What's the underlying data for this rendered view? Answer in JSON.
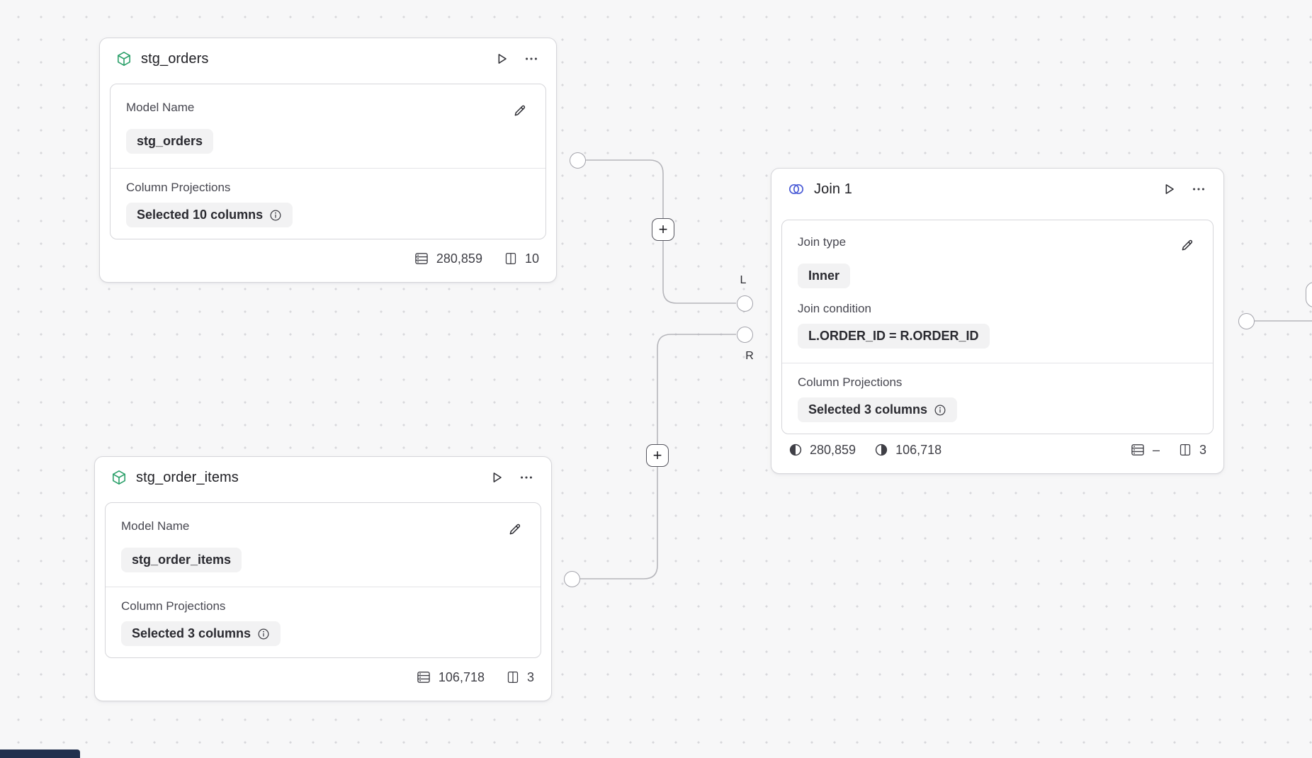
{
  "canvas": {
    "background_color": "#f7f7f8",
    "dot_color": "#d8d8dc",
    "wire_color": "#b6b6bb"
  },
  "colors": {
    "model_accent": "#2ba06a",
    "join_accent": "#4a5bd6"
  },
  "port_labels": {
    "left": "L",
    "right": "R"
  },
  "plus_button": "+",
  "nodes": {
    "stg_orders": {
      "title": "stg_orders",
      "model_name_label": "Model Name",
      "model_name_value": "stg_orders",
      "column_projections_label": "Column Projections",
      "column_projections_value": "Selected 10 columns",
      "row_count": "280,859",
      "column_count": "10"
    },
    "stg_order_items": {
      "title": "stg_order_items",
      "model_name_label": "Model Name",
      "model_name_value": "stg_order_items",
      "column_projections_label": "Column Projections",
      "column_projections_value": "Selected 3 columns",
      "row_count": "106,718",
      "column_count": "3"
    },
    "join_1": {
      "title": "Join 1",
      "join_type_label": "Join type",
      "join_type_value": "Inner",
      "join_condition_label": "Join condition",
      "join_condition_value": "L.ORDER_ID = R.ORDER_ID",
      "column_projections_label": "Column Projections",
      "column_projections_value": "Selected 3 columns",
      "left_input_row_count": "280,859",
      "right_input_row_count": "106,718",
      "row_count": "–",
      "column_count": "3"
    }
  }
}
